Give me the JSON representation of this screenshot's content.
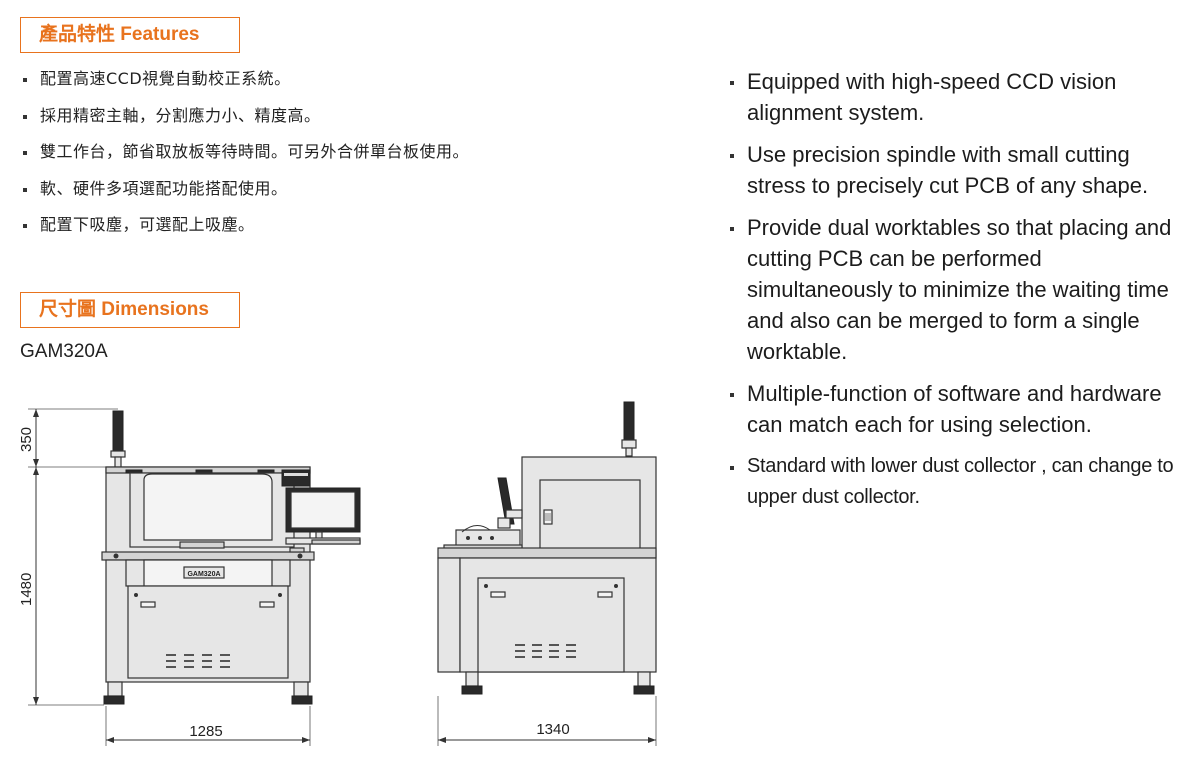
{
  "features_heading": "產品特性 Features",
  "features_zh": [
    "配置高速CCD視覺自動校正系統。",
    "採用精密主軸，分割應力小、精度高。",
    "雙工作台，節省取放板等待時間。可另外合併單台板使用。",
    "軟、硬件多項選配功能搭配使用。",
    "配置下吸塵，可選配上吸塵。"
  ],
  "features_en": [
    "Equipped with high-speed CCD vision alignment system.",
    "Use precision spindle with small cutting stress to precisely cut PCB of any shape.",
    "Provide dual worktables so that placing and cutting PCB can be performed simultaneously to minimize the waiting time and also can be merged to form a single worktable.",
    "Multiple-function of software and hardware can match each for using selection.",
    "Standard with lower dust collector , can change to upper dust collector."
  ],
  "dimensions_heading": "尺寸圖 Dimensions",
  "model": "GAM320A",
  "drawing": {
    "front_label": "GAM320A",
    "height_tower": "350",
    "height_body": "1480",
    "width_front": "1285",
    "width_side": "1340"
  },
  "colors": {
    "accent": "#e8731e",
    "machine_fill": "#e6e6e6"
  }
}
